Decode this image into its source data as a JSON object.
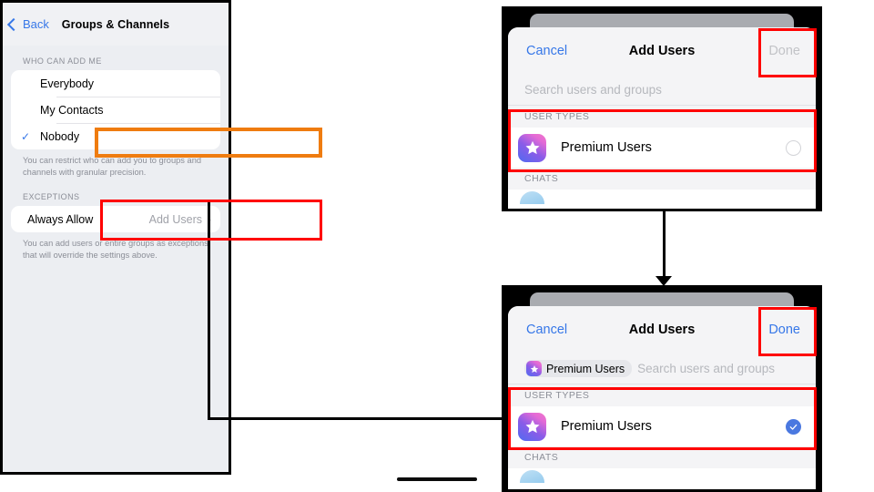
{
  "left_phone": {
    "nav": {
      "back_label": "Back",
      "title": "Groups & Channels"
    },
    "section_who": {
      "header": "WHO CAN ADD ME",
      "options": [
        {
          "label": "Everybody",
          "checked": false
        },
        {
          "label": "My Contacts",
          "checked": false
        },
        {
          "label": "Nobody",
          "checked": true,
          "check_glyph": "✓"
        }
      ],
      "footer": "You can restrict who can add you to groups and channels with granular precision."
    },
    "section_exceptions": {
      "header": "EXCEPTIONS",
      "row_label": "Always Allow",
      "row_value": "Add Users",
      "chevron": "›",
      "footer": "You can add users or entire groups as exceptions that will override the settings above."
    }
  },
  "top_panel": {
    "nav": {
      "cancel": "Cancel",
      "title": "Add Users",
      "done": "Done",
      "done_enabled": false
    },
    "search_placeholder": "Search users and groups",
    "user_types_label": "USER TYPES",
    "user_row": {
      "name": "Premium Users",
      "icon": "premium-star-icon",
      "selected": false
    },
    "chats_label": "CHATS"
  },
  "bottom_panel": {
    "nav": {
      "cancel": "Cancel",
      "title": "Add Users",
      "done": "Done",
      "done_enabled": true
    },
    "token": {
      "label": "Premium Users",
      "icon": "premium-star-icon"
    },
    "search_placeholder": "Search users and groups",
    "user_types_label": "USER TYPES",
    "user_row": {
      "name": "Premium Users",
      "icon": "premium-star-icon",
      "selected": true
    },
    "chats_label": "CHATS"
  },
  "colors": {
    "highlight_red": "#ff0000",
    "highlight_orange": "#ef7c10",
    "ios_blue": "#3677e8",
    "check_blue": "#4a78e0"
  }
}
